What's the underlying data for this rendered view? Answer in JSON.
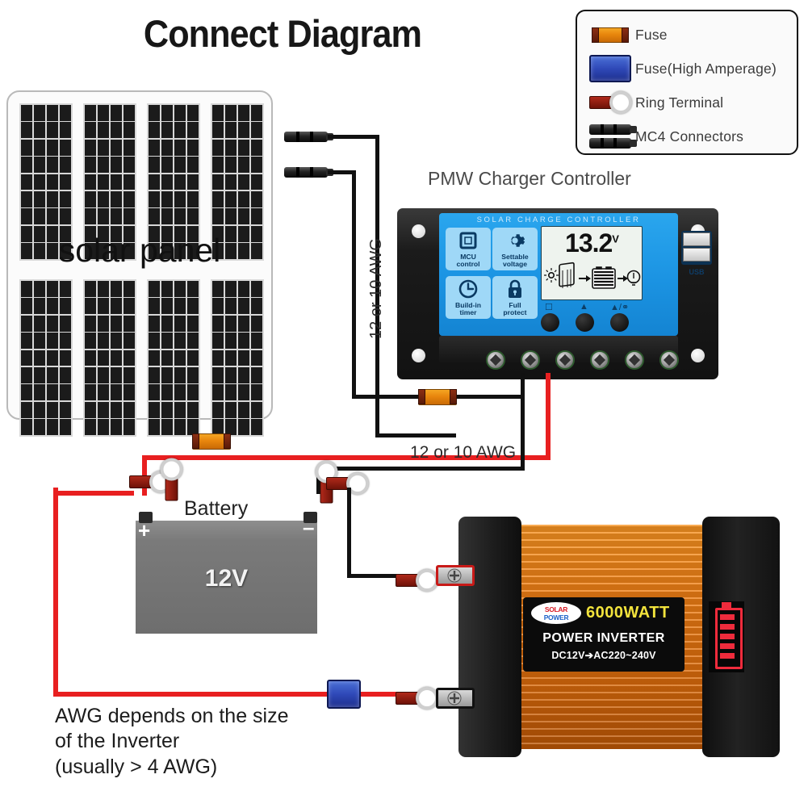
{
  "title": "Connect Diagram",
  "legend": {
    "items": [
      {
        "icon": "fuse-icon",
        "label": "Fuse"
      },
      {
        "icon": "fuse-high-amperage-icon",
        "label": "Fuse(High Amperage)"
      },
      {
        "icon": "ring-terminal-icon",
        "label": "Ring Terminal"
      },
      {
        "icon": "mc4-connectors-icon",
        "label": "MC4 Connectors"
      }
    ]
  },
  "solar_panel": {
    "label": "solar panel",
    "rows": 2,
    "columns": 4,
    "cell_rows": 9,
    "cell_columns": 4
  },
  "controller": {
    "caption": "PMW Charger Controller",
    "brand": "SOLAR CHARGE CONTROLLER",
    "display_value": "13.2",
    "display_unit": "V",
    "badges": [
      {
        "icon": "mcu-chip-icon",
        "line1": "MCU",
        "line2": "control"
      },
      {
        "icon": "gear-icon",
        "line1": "Settable",
        "line2": "voltage"
      },
      {
        "icon": "clock-icon",
        "line1": "Build-in",
        "line2": "timer"
      },
      {
        "icon": "lock-icon",
        "line1": "Full",
        "line2": "protect"
      }
    ],
    "buttons": [
      "menu-button",
      "up-button",
      "light-button"
    ],
    "usb_label": "USB",
    "terminal_count": 6
  },
  "battery": {
    "label": "Battery",
    "voltage": "12V",
    "positive": "+",
    "negative": "–"
  },
  "inverter": {
    "logo_line1": "SOLAR",
    "logo_line2": "POWER",
    "wattage": "6000WATT",
    "name": "POWER INVERTER",
    "spec": "DC12V➔AC220~240V",
    "display": "battery-level-indicator",
    "battery_segments": 5
  },
  "wire_labels": {
    "panel_to_controller": "12 or 10 AWG",
    "controller_to_battery": "12 or 10 AWG"
  },
  "notes": [
    "AWG depends on the size",
    "of the Inverter",
    "(usually  > 4 AWG)"
  ],
  "colors": {
    "positive_wire": "#e81f20",
    "negative_wire": "#111111",
    "fuse": "#e8860d",
    "fuse_high_amperage": "#2f49b8",
    "controller_face": "#1b93e2",
    "inverter_body": "#ef7f15"
  }
}
